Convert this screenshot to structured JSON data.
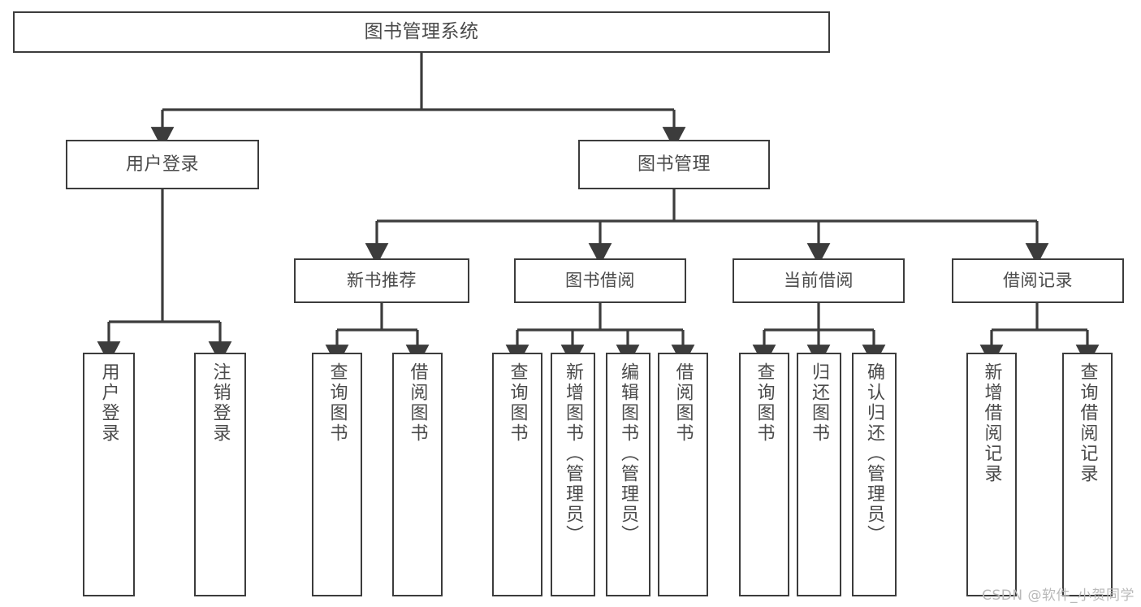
{
  "diagram": {
    "title": "图书管理系统",
    "type": "tree",
    "watermark": "CSDN @软件_小贺同学",
    "accent_color": "#3c3c3c",
    "text_color": "#4a4a4a",
    "background_color": "#ffffff"
  },
  "nodes": {
    "root": {
      "label": "图书管理系统"
    },
    "level2": [
      {
        "id": "user-login",
        "label": "用户登录"
      },
      {
        "id": "book-manage",
        "label": "图书管理"
      }
    ],
    "level3": [
      {
        "id": "new-book-rec",
        "label": "新书推荐"
      },
      {
        "id": "book-borrow",
        "label": "图书借阅"
      },
      {
        "id": "current-borrow",
        "label": "当前借阅"
      },
      {
        "id": "borrow-record",
        "label": "借阅记录"
      }
    ],
    "leaves": [
      {
        "id": "leaf-user-login",
        "label": "用户登录",
        "parent": "user-login"
      },
      {
        "id": "leaf-user-logout",
        "label": "注销登录",
        "parent": "user-login"
      },
      {
        "id": "leaf-query-book-1",
        "label": "查询图书",
        "parent": "new-book-rec"
      },
      {
        "id": "leaf-borrow-book-1",
        "label": "借阅图书",
        "parent": "new-book-rec"
      },
      {
        "id": "leaf-query-book-2",
        "label": "查询图书",
        "parent": "book-borrow"
      },
      {
        "id": "leaf-add-book",
        "label": "新增图书（管理员）",
        "parent": "book-borrow"
      },
      {
        "id": "leaf-edit-book",
        "label": "编辑图书（管理员）",
        "parent": "book-borrow"
      },
      {
        "id": "leaf-borrow-book-2",
        "label": "借阅图书",
        "parent": "book-borrow"
      },
      {
        "id": "leaf-query-book-3",
        "label": "查询图书",
        "parent": "current-borrow"
      },
      {
        "id": "leaf-return-book",
        "label": "归还图书",
        "parent": "current-borrow"
      },
      {
        "id": "leaf-confirm-return",
        "label": "确认归还（管理员）",
        "parent": "current-borrow"
      },
      {
        "id": "leaf-add-record",
        "label": "新增借阅记录",
        "parent": "borrow-record"
      },
      {
        "id": "leaf-query-record",
        "label": "查询借阅记录",
        "parent": "borrow-record"
      }
    ]
  }
}
